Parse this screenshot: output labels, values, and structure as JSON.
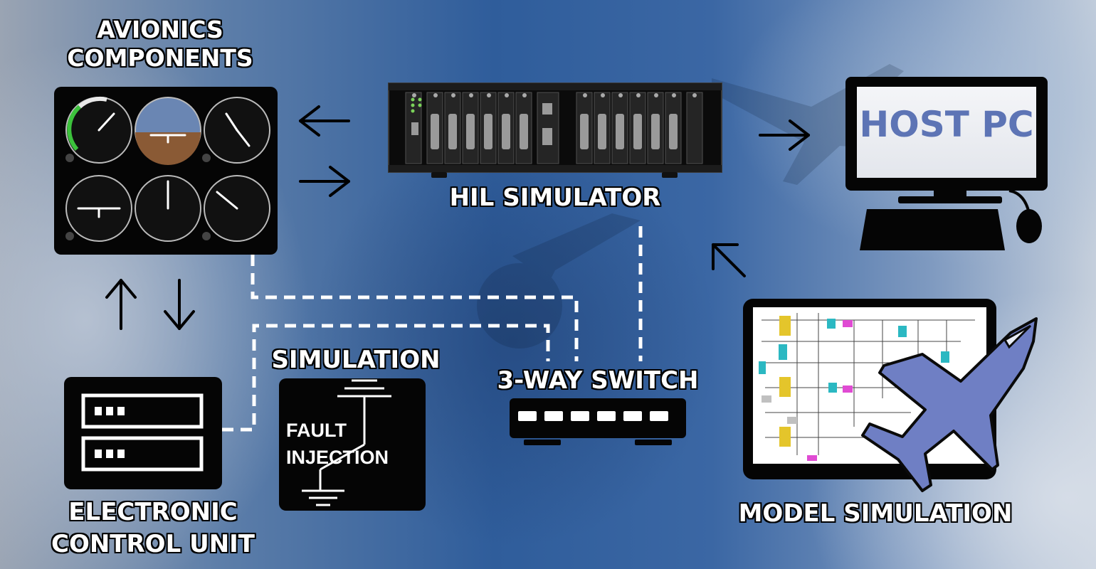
{
  "labels": {
    "avionics_line1": "AVIONICS",
    "avionics_line2": "COMPONENTS",
    "hil_simulator": "HIL SIMULATOR",
    "host_pc": "HOST PC",
    "ecu_line1": "ELECTRONIC",
    "ecu_line2": "CONTROL UNIT",
    "simulation": "SIMULATION",
    "fault_line1": "FAULT",
    "fault_line2": "INJECTION",
    "switch": "3-WAY SWITCH",
    "model_simulation": "MODEL SIMULATION"
  },
  "icons": [
    "avionics-instrument-panel-icon",
    "hil-simulator-chassis-icon",
    "host-pc-monitor-icon",
    "keyboard-icon",
    "mouse-icon",
    "ecu-server-icon",
    "fault-injection-icon",
    "network-switch-icon",
    "model-diagram-tablet-icon",
    "fighter-jet-icon"
  ],
  "colors": {
    "background_blue": "#3b67a4",
    "host_text": "#5d74b5",
    "jet_fill": "#6f7fc4",
    "connector_dashed": "#ffffff",
    "arrow": "#000000"
  }
}
